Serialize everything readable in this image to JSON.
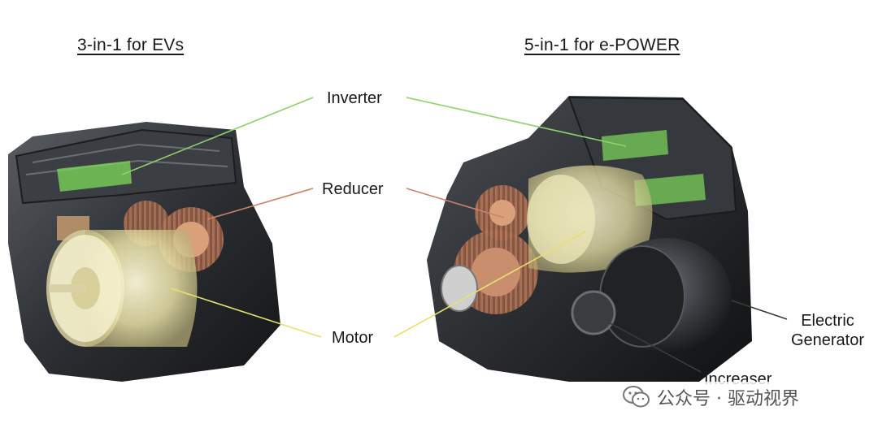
{
  "headings": {
    "left": "3-in-1 for EVs",
    "right": "5-in-1 for e-POWER"
  },
  "labels": {
    "inverter": "Inverter",
    "reducer": "Reducer",
    "motor": "Motor",
    "electric_generator_line1": "Electric",
    "electric_generator_line2": "Generator",
    "increaser": "Increaser"
  },
  "colors": {
    "inverter_line": "#8fd16a",
    "reducer_line": "#c9826a",
    "motor_line": "#e8e070",
    "generator_line": "#3a3a3a",
    "inverter_glow": "#7ddc5a",
    "motor_glow": "#efe8a8",
    "gear_copper": "#b4775a"
  },
  "watermark": {
    "text": "公众号 · 驱动视界",
    "logo_icon": "wechat-icon"
  }
}
